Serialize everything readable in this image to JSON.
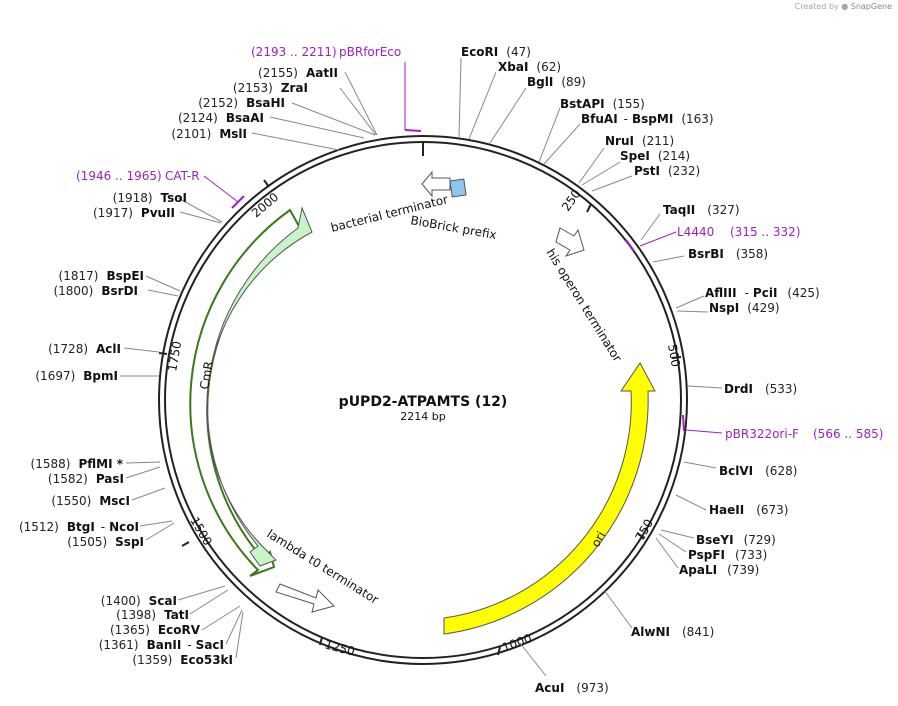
{
  "credit": {
    "prefix": "Created by",
    "brand": "SnapGene"
  },
  "plasmid": {
    "name": "pUPD2-ATPAMTS (12)",
    "size_label": "2214 bp"
  },
  "ticks": [
    "250",
    "500",
    "750",
    "1000",
    "1250",
    "1500",
    "1750",
    "2000"
  ],
  "features": {
    "cmr": "CmR",
    "ori": "ori",
    "bacterial_terminator": "bacterial terminator",
    "biobrick_prefix": "BioBrick prefix",
    "his_operon_terminator": "his operon terminator",
    "lambda_terminator": "lambda t0 terminator"
  },
  "primers": [
    {
      "range": "(2193 .. 2211)",
      "name": "pBRforEco"
    },
    {
      "range": "(1946 .. 1965)",
      "name": "CAT-R"
    },
    {
      "range": "(315 .. 332)",
      "name": "L4440"
    },
    {
      "range": "(566 .. 585)",
      "name": "pBR322ori-F"
    }
  ],
  "sites_right": [
    {
      "name": "EcoRI",
      "pos": "(47)"
    },
    {
      "name": "XbaI",
      "pos": "(62)"
    },
    {
      "name": "BglI",
      "pos": "(89)"
    },
    {
      "name": "BstAPI",
      "pos": "(155)"
    },
    {
      "name": "BfuAI",
      "name2": "BspMI",
      "pos": "(163)"
    },
    {
      "name": "NruI",
      "pos": "(211)"
    },
    {
      "name": "SpeI",
      "pos": "(214)"
    },
    {
      "name": "PstI",
      "pos": "(232)"
    },
    {
      "name": "TaqII",
      "pos": "(327)"
    },
    {
      "name": "BsrBI",
      "pos": "(358)"
    },
    {
      "name": "AflIII",
      "name2": "PciI",
      "pos": "(425)"
    },
    {
      "name": "NspI",
      "pos": "(429)"
    },
    {
      "name": "DrdI",
      "pos": "(533)"
    },
    {
      "name": "BclVI",
      "pos": "(628)"
    },
    {
      "name": "HaeII",
      "pos": "(673)"
    },
    {
      "name": "BseYI",
      "pos": "(729)"
    },
    {
      "name": "PspFI",
      "pos": "(733)"
    },
    {
      "name": "ApaLI",
      "pos": "(739)"
    },
    {
      "name": "AlwNI",
      "pos": "(841)"
    },
    {
      "name": "AcuI",
      "pos": "(973)"
    }
  ],
  "sites_left": [
    {
      "name": "AatII",
      "pos": "(2155)"
    },
    {
      "name": "ZraI",
      "pos": "(2153)"
    },
    {
      "name": "BsaHI",
      "pos": "(2152)"
    },
    {
      "name": "BsaAI",
      "pos": "(2124)"
    },
    {
      "name": "MslI",
      "pos": "(2101)"
    },
    {
      "name": "TsoI",
      "pos": "(1918)"
    },
    {
      "name": "PvuII",
      "pos": "(1917)"
    },
    {
      "name": "BspEI",
      "pos": "(1817)"
    },
    {
      "name": "BsrDI",
      "pos": "(1800)"
    },
    {
      "name": "AclI",
      "pos": "(1728)"
    },
    {
      "name": "BpmI",
      "pos": "(1697)"
    },
    {
      "name": "PflMI *",
      "pos": "(1588)"
    },
    {
      "name": "PasI",
      "pos": "(1582)"
    },
    {
      "name": "MscI",
      "pos": "(1550)"
    },
    {
      "name": "BtgI",
      "name2": "NcoI",
      "pos": "(1512)"
    },
    {
      "name": "SspI",
      "pos": "(1505)"
    },
    {
      "name": "ScaI",
      "pos": "(1400)"
    },
    {
      "name": "TatI",
      "pos": "(1398)"
    },
    {
      "name": "EcoRV",
      "pos": "(1365)"
    },
    {
      "name": "BanII",
      "name2": "SacI",
      "pos": "(1361)"
    },
    {
      "name": "Eco53kI",
      "pos": "(1359)"
    }
  ],
  "colors": {
    "ori": "#ffff00",
    "cmr": "#c8f5c8",
    "primer": "#a020c0",
    "biobrick": "#8ec6f0",
    "backbone": "#222222"
  }
}
